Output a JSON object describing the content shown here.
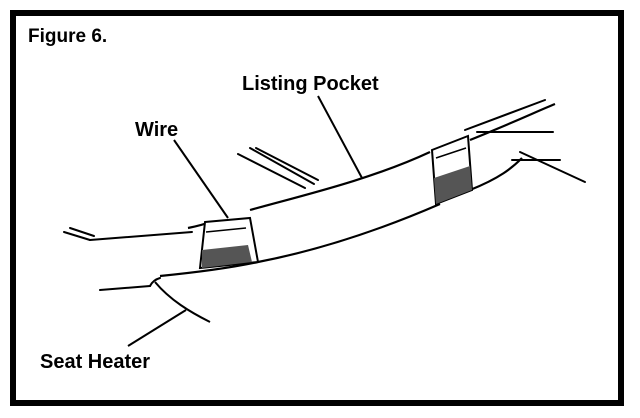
{
  "figure": {
    "title": "Figure 6.",
    "labels": {
      "listing_pocket": "Listing Pocket",
      "wire": "Wire",
      "seat_heater": "Seat Heater"
    }
  },
  "colors": {
    "ink": "#000000",
    "paper": "#ffffff"
  }
}
